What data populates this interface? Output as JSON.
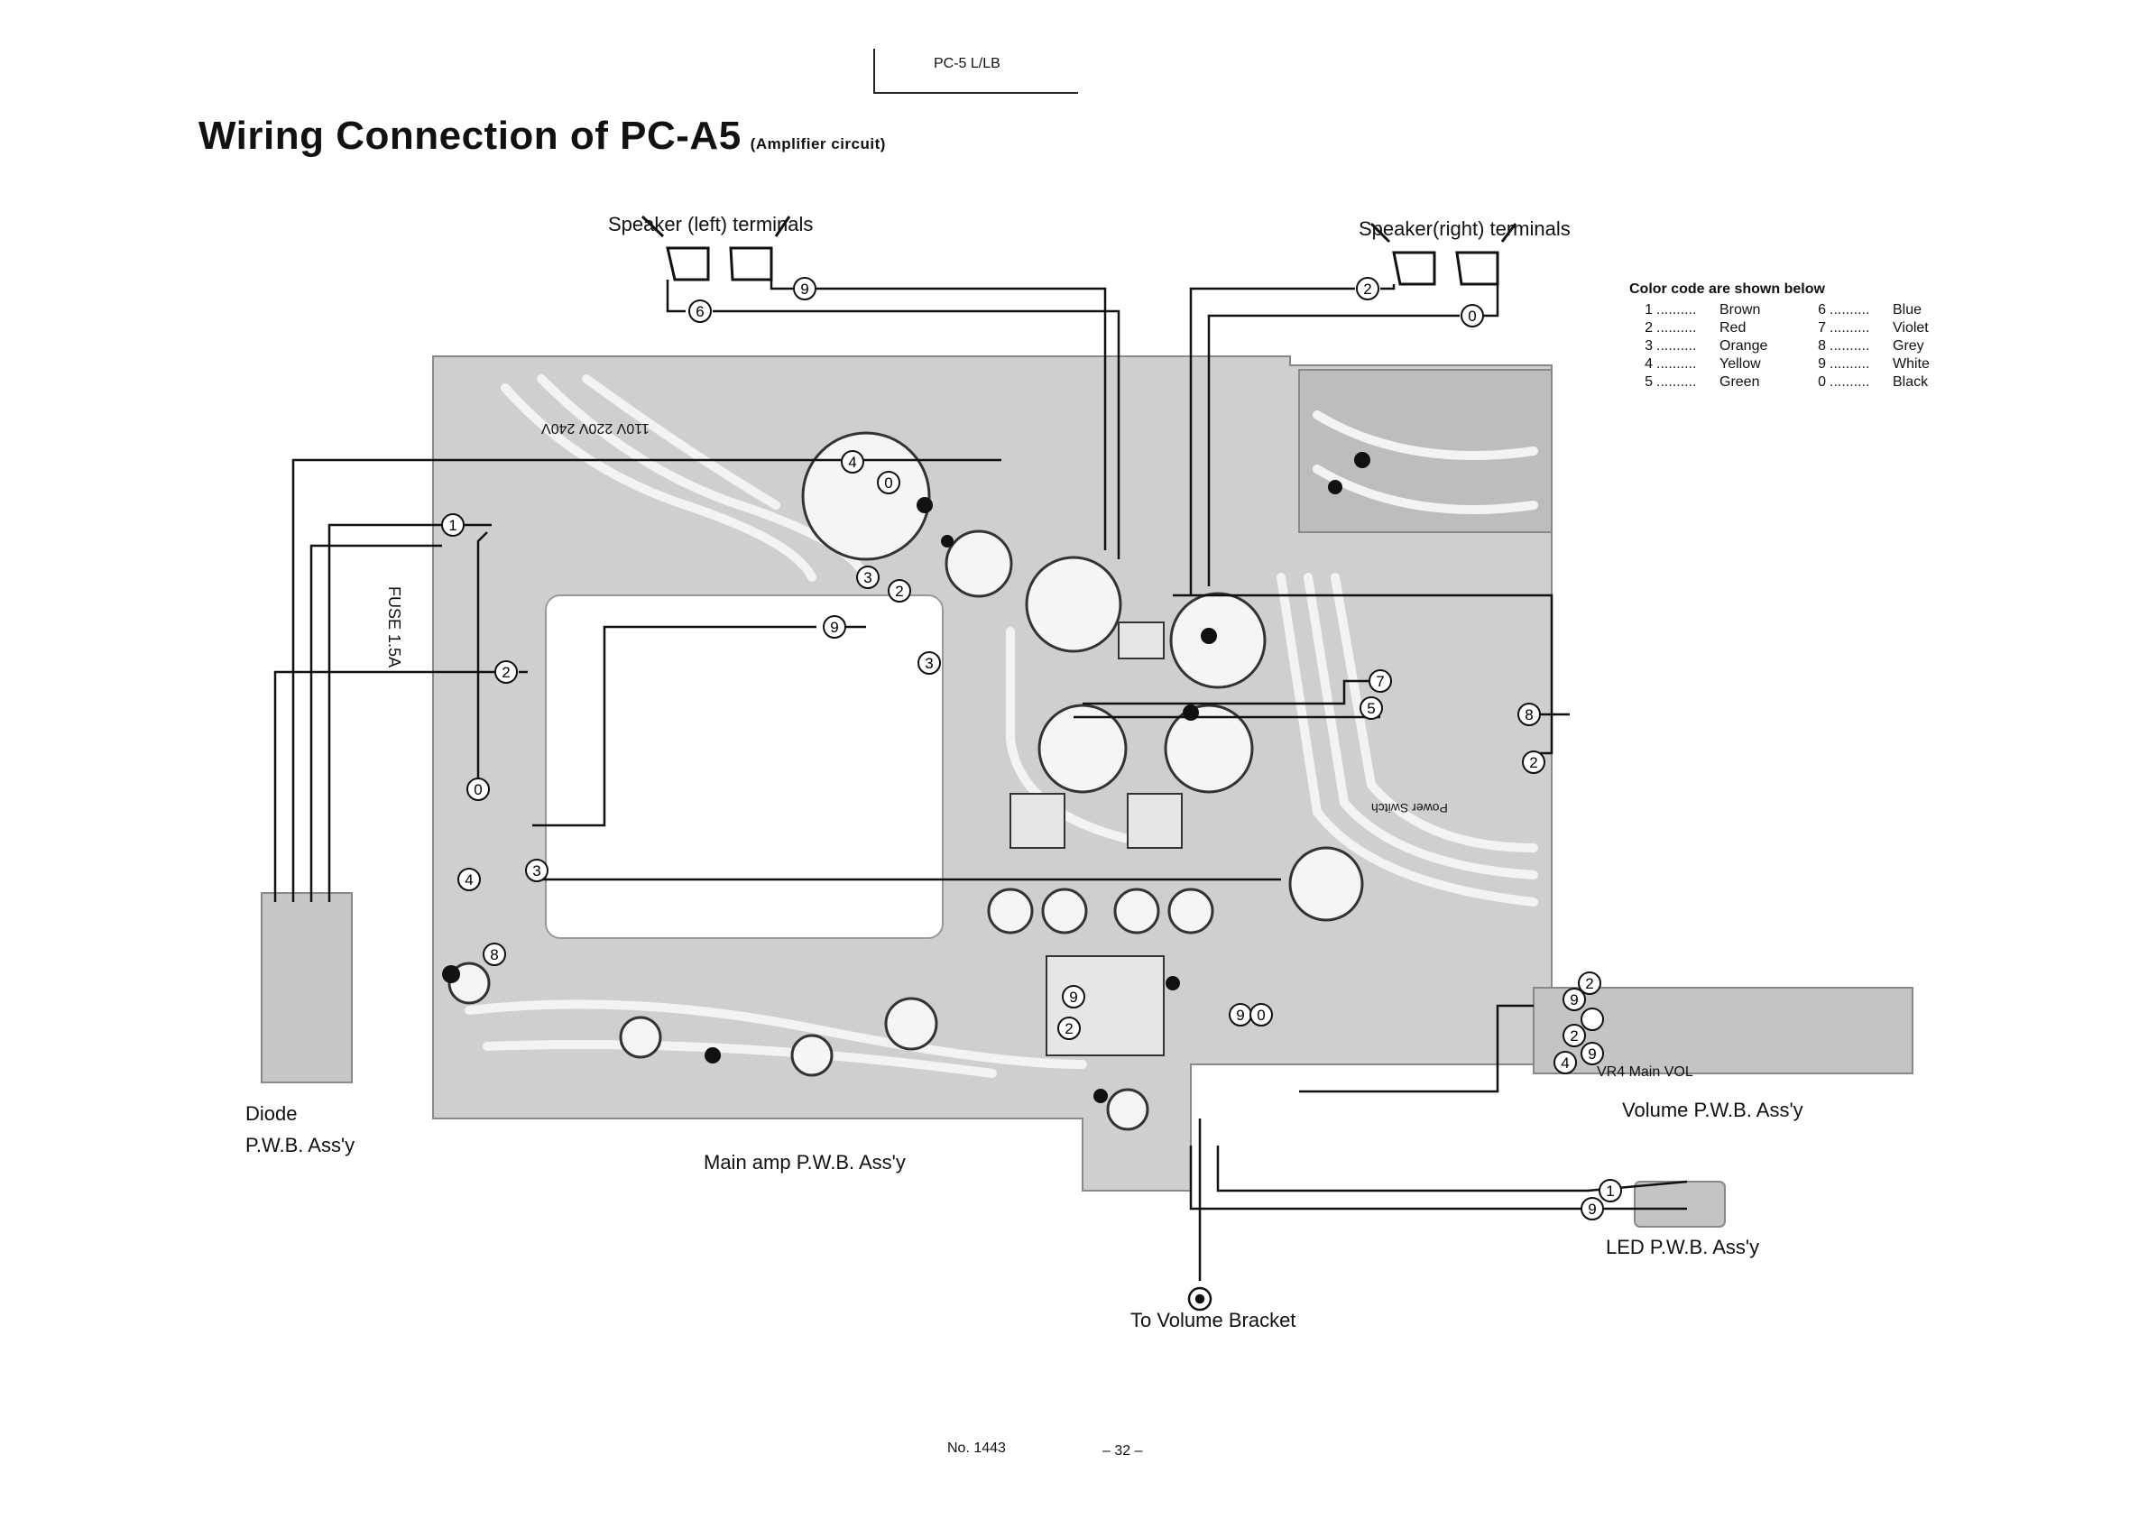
{
  "header": {
    "model": "PC-5 L/LB"
  },
  "title": {
    "main": "Wiring Connection of PC-A5",
    "sub": "(Amplifier circuit)"
  },
  "labels": {
    "speaker_left": "Speaker (left) terminals",
    "speaker_right": "Speaker(right) terminals",
    "diode_line1": "Diode",
    "diode_line2": "P.W.B. Ass'y",
    "main_amp": "Main amp P.W.B. Ass'y",
    "volume": "Volume P.W.B. Ass'y",
    "led": "LED P.W.B. Ass'y",
    "to_volume": "To Volume Bracket",
    "vr4": "VR4 Main VOL",
    "fuse": "FUSE 1.5A",
    "power_switch": "Power Switch",
    "voltage": "110V 220V 240V"
  },
  "legend": {
    "title": "Color code are shown below",
    "dots": "..........",
    "entries": [
      {
        "code": "1",
        "color": "Brown"
      },
      {
        "code": "2",
        "color": "Red"
      },
      {
        "code": "3",
        "color": "Orange"
      },
      {
        "code": "4",
        "color": "Yellow"
      },
      {
        "code": "5",
        "color": "Green"
      },
      {
        "code": "6",
        "color": "Blue"
      },
      {
        "code": "7",
        "color": "Violet"
      },
      {
        "code": "8",
        "color": "Grey"
      },
      {
        "code": "9",
        "color": "White"
      },
      {
        "code": "0",
        "color": "Black"
      }
    ]
  },
  "footer": {
    "doc_number": "No. 1443",
    "page": "– 32 –"
  },
  "wire_codes": {
    "spk_l_6": "6",
    "spk_l_9": "9",
    "spk_r_2": "2",
    "spk_r_0": "0",
    "w1": "1",
    "w2": "2",
    "w0": "0",
    "w3": "3",
    "w4": "4",
    "w8": "8",
    "w9": "9",
    "w5": "5",
    "w7": "7"
  },
  "colors": {
    "board": "#c9c9c9",
    "trace": "#f2f2f2",
    "wire": "#111111"
  }
}
